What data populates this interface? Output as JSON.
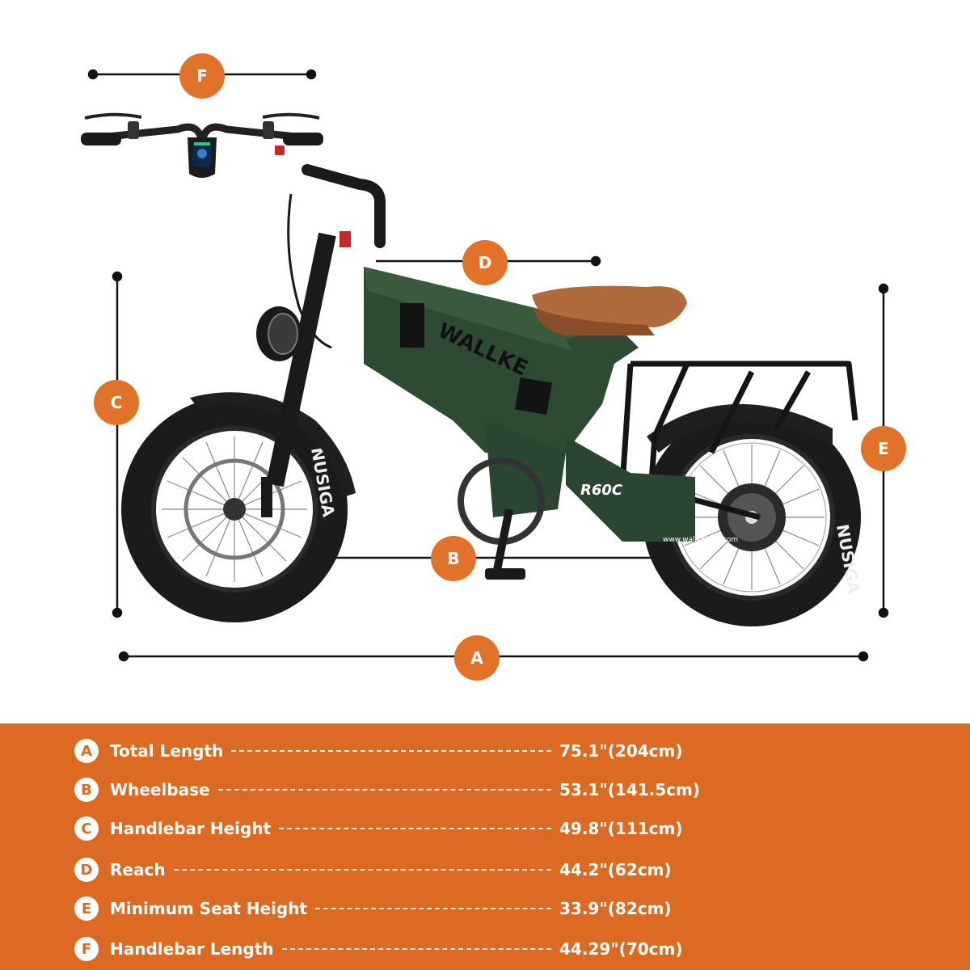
{
  "bike": {
    "brand": "WALLKE",
    "model": "R60C",
    "website": "www.wallkebike.com",
    "tire_text": "NUSIGA",
    "frame_color": "#2f4a32",
    "seat_color": "#b06a3b"
  },
  "markers": {
    "a": "A",
    "b": "B",
    "c": "C",
    "d": "D",
    "e": "E",
    "f": "F"
  },
  "colors": {
    "accent": "#e0722a",
    "panel": "#dd6a23"
  },
  "specs": [
    {
      "letter": "A",
      "label": "Total Length",
      "value": "75.1\"(204cm)"
    },
    {
      "letter": "B",
      "label": "Wheelbase",
      "value": "53.1\"(141.5cm)"
    },
    {
      "letter": "C",
      "label": "Handlebar Height",
      "value": "49.8\"(111cm)"
    },
    {
      "letter": "D",
      "label": "Reach",
      "value": "44.2\"(62cm)"
    },
    {
      "letter": "E",
      "label": "Minimum Seat Height",
      "value": "33.9\"(82cm)"
    },
    {
      "letter": "F",
      "label": "Handlebar Length",
      "value": "44.29\"(70cm)"
    }
  ]
}
